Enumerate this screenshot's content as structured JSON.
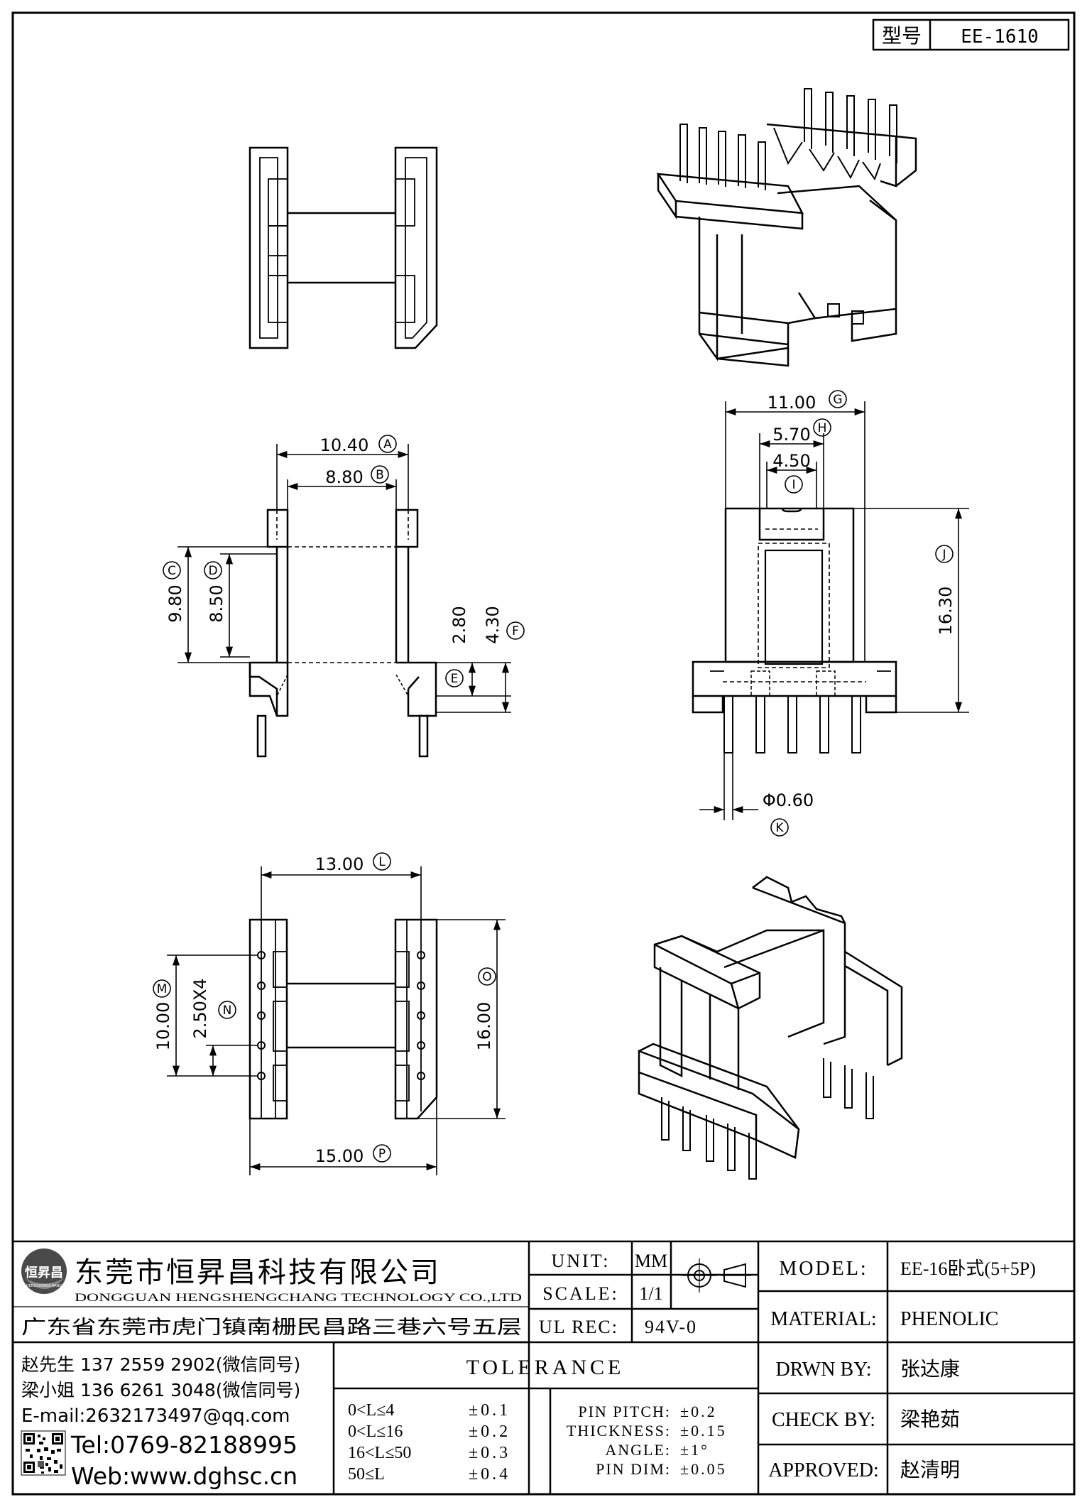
{
  "model_box": {
    "label": "型号",
    "value": "EE-1610"
  },
  "dims": {
    "A": {
      "value": "10.40",
      "tag": "A"
    },
    "B": {
      "value": "8.80",
      "tag": "B"
    },
    "C": {
      "value": "9.80",
      "tag": "C"
    },
    "D": {
      "value": "8.50",
      "tag": "D"
    },
    "E": {
      "value": "",
      "tag": "E"
    },
    "E_val": "2.80",
    "F": {
      "value": "4.30",
      "tag": "F"
    },
    "G": {
      "value": "11.00",
      "tag": "G"
    },
    "H": {
      "value": "5.70",
      "tag": "H"
    },
    "I": {
      "value": "4.50",
      "tag": "I"
    },
    "J": {
      "value": "16.30",
      "tag": "J"
    },
    "K": {
      "value": "Φ0.60",
      "tag": "K"
    },
    "L": {
      "value": "13.00",
      "tag": "L"
    },
    "M": {
      "value": "10.00",
      "tag": "M"
    },
    "N": {
      "value": "2.50X4",
      "tag": "N"
    },
    "O": {
      "value": "16.00",
      "tag": "O"
    },
    "P": {
      "value": "15.00",
      "tag": "P"
    }
  },
  "company": {
    "logo_text": "恒昇昌",
    "logo_sub": "HENGSHENGCHANG",
    "name_cn": "东莞市恒昇昌科技有限公司",
    "name_en": "DONGGUAN HENGSHENGCHANG TECHNOLOGY CO.,LTD",
    "address": "广东省东莞市虎门镇南栅民昌路三巷六号五层"
  },
  "contacts": {
    "line1": "赵先生 137 2559 2902(微信同号)",
    "line2": "梁小姐 136 6261 3048(微信同号)",
    "email": "E-mail:2632173497@qq.com",
    "tel": "Tel:0769-82188995",
    "web": "Web:www.dghsc.cn"
  },
  "spec": {
    "unit_label": "UNIT:",
    "unit_value": "MM",
    "scale_label": "SCALE:",
    "scale_value": "1/1",
    "ul_label": "UL REC:",
    "ul_value": "94V-0",
    "model_label": "MODEL:",
    "model_value": "EE-16卧式(5+5P)",
    "material_label": "MATERIAL:",
    "material_value": "PHENOLIC",
    "drwn_label": "DRWN BY:",
    "drwn_value": "张达康",
    "check_label": "CHECK BY:",
    "check_value": "梁艳茹",
    "approved_label": "APPROVED:",
    "approved_value": "赵清明"
  },
  "tolerance": {
    "title": "TOLERANCE",
    "rows": [
      {
        "range": "0<L≤4",
        "tol": "±0.1"
      },
      {
        "range": "0<L≤16",
        "tol": "±0.2"
      },
      {
        "range": "16<L≤50",
        "tol": "±0.3"
      },
      {
        "range": "50≤L",
        "tol": "±0.4"
      }
    ],
    "extra": [
      {
        "name": "PIN PITCH:",
        "tol": "±0.2"
      },
      {
        "name": "THICKNESS:",
        "tol": "±0.15"
      },
      {
        "name": "ANGLE:",
        "tol": "±1°"
      },
      {
        "name": "PIN DIM:",
        "tol": "±0.05"
      }
    ]
  }
}
